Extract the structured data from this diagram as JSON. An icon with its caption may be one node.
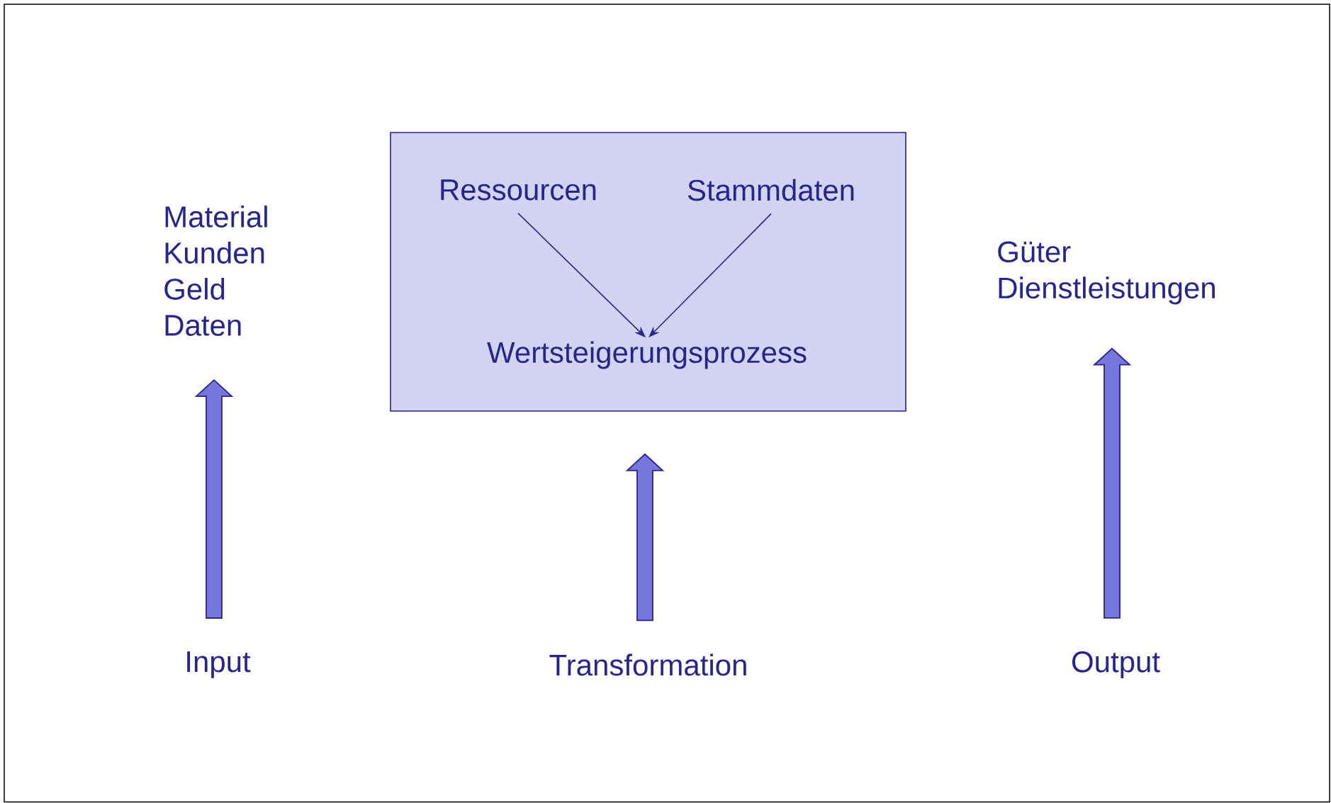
{
  "diagram": {
    "nodes": [
      {
        "text": [
          "Material Kunden Geld Daten"
        ]
      },
      {
        "text": [],
        "shape": "box"
      },
      {
        "text": [
          "Ressourcen"
        ],
        "in": 1
      },
      {
        "text": [
          "Stammdaten"
        ],
        "in": 1
      },
      {
        "text": [
          "Wertsteigerungsprozess"
        ],
        "in": 1
      },
      {
        "text": [
          "Güter Dienstleistungen"
        ]
      },
      {
        "text": [
          "Input"
        ]
      },
      {
        "text": [
          "Transformation"
        ]
      },
      {
        "text": [
          "Output"
        ]
      }
    ],
    "edges": [
      {
        "from": 2,
        "to": 4,
        "arrow": "to"
      },
      {
        "from": 3,
        "to": 4,
        "arrow": "to"
      },
      {
        "from": 6,
        "to": 0,
        "arrow": "to",
        "style": "thick",
        "color": "#7676dc"
      },
      {
        "from": 7,
        "to": 1,
        "arrow": "to",
        "style": "thick",
        "color": "#7676dc"
      },
      {
        "from": 8,
        "to": 5,
        "arrow": "to",
        "style": "thick",
        "color": "#7676dc"
      }
    ]
  }
}
